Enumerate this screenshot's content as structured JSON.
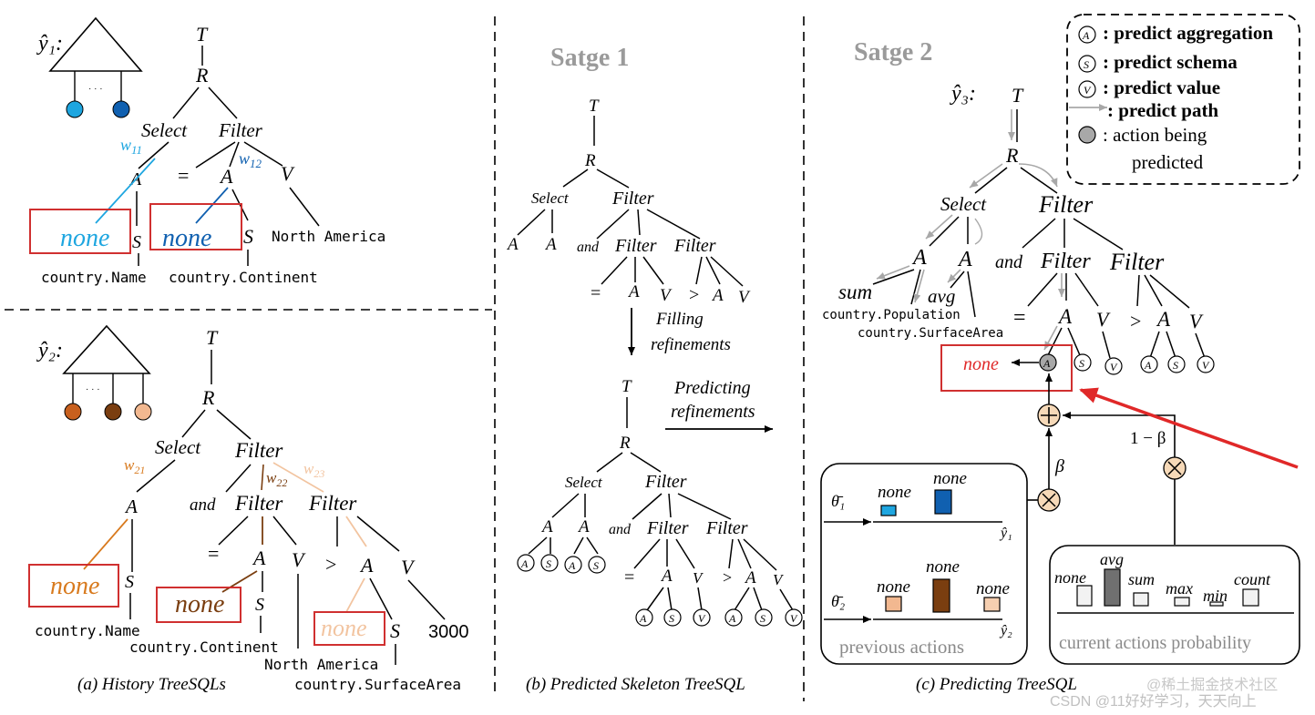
{
  "panels": {
    "a_caption": "(a) History TreeSQLs",
    "b_caption": "(b) Predicted Skeleton TreeSQL",
    "c_caption": "(c) Predicting TreeSQL",
    "stage1": "Satge 1",
    "stage2": "Satge 2"
  },
  "history": {
    "y1_label": "ŷ₁:",
    "y2_label": "ŷ₂:",
    "dots": "· · ·",
    "T": "T",
    "R": "R",
    "Select": "Select",
    "Filter": "Filter",
    "and": "and",
    "A": "A",
    "S": "S",
    "V": "V",
    "eq": "=",
    "gt": ">",
    "none": "none",
    "w11": "w",
    "w11_sub": "11",
    "w12": "w",
    "w12_sub": "12",
    "w21": "w",
    "w21_sub": "21",
    "w22": "w",
    "w22_sub": "22",
    "w23": "w",
    "w23_sub": "23",
    "country_name": "country.Name",
    "country_continent": "country.Continent",
    "north_america": "North America",
    "country_surface": "country.SurfaceArea",
    "val3000": "3000"
  },
  "skeleton": {
    "filling": "Filling",
    "refinements": "refinements",
    "predicting": "Predicting",
    "refinements2": "refinements"
  },
  "stage2": {
    "y3_label": "ŷ₃:",
    "sum": "sum",
    "avg": "avg",
    "country_population": "country.Population",
    "country_surface": "country.SurfaceArea",
    "none_pred": "none",
    "beta": "β",
    "one_minus_beta": "1 − β",
    "theta1": "θ̄₁",
    "theta2": "θ̄₂",
    "yhat1": "ŷ₁",
    "yhat2": "ŷ₂",
    "previous_actions": "previous actions",
    "current_actions": "current actions probability",
    "bar_none": "none",
    "bar_avg": "avg",
    "bar_sum": "sum",
    "bar_max": "max",
    "bar_min": "min",
    "bar_count": "count"
  },
  "legend": {
    "aggregation": ": predict aggregation",
    "schema": ": predict schema",
    "value": ": predict value",
    "path": ": predict path",
    "being1": ": action being",
    "being2": "predicted",
    "A": "A",
    "S": "S",
    "V": "V"
  },
  "watermark": {
    "line1": "@稀土掘金技术社区",
    "line2": "CSDN @11好好学习，天天向上"
  },
  "colors": {
    "light_blue": "#1ea6e0",
    "dark_blue": "#1060b0",
    "orange": "#d87a1e",
    "brown": "#7a3e10",
    "peach": "#f2c4a0",
    "red_box": "#d03030",
    "red_arrow": "#e02828",
    "gray_path": "#a8a8a8"
  }
}
